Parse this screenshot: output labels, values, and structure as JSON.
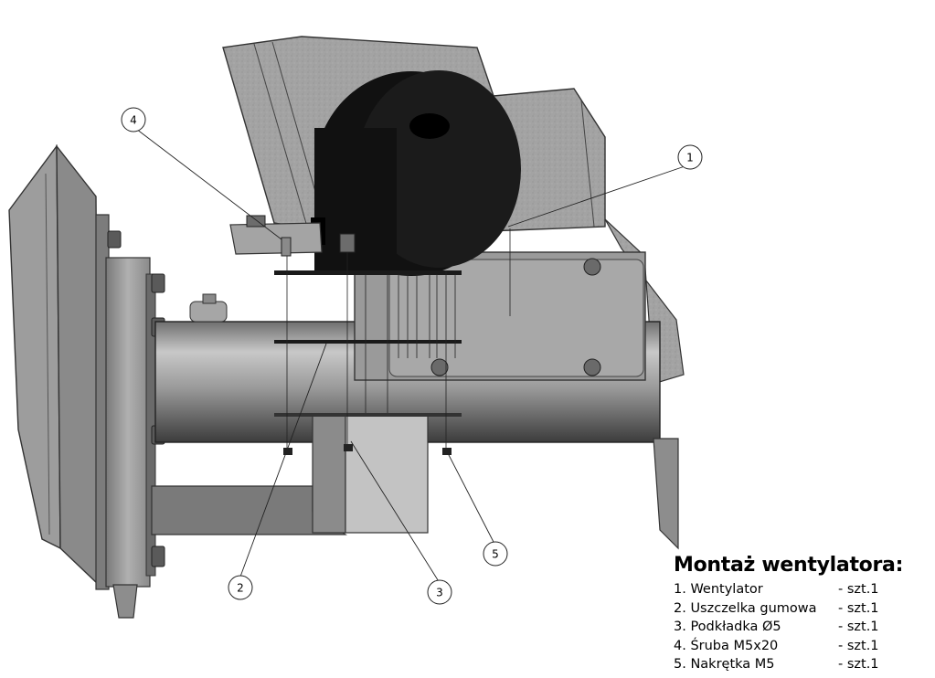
{
  "legend": {
    "title": "Montaż wentylatora:",
    "items": [
      {
        "name": "1. Wentylator",
        "qty": "- szt.1"
      },
      {
        "name": "2. Uszczelka gumowa",
        "qty": "- szt.1"
      },
      {
        "name": "3. Podkładka Ø5",
        "qty": "- szt.1"
      },
      {
        "name": "4. Śruba M5x20",
        "qty": "- szt.1"
      },
      {
        "name": "5. Nakrętka M5",
        "qty": "- szt.1"
      }
    ]
  },
  "callouts": [
    "1",
    "2",
    "3",
    "4",
    "5"
  ],
  "colors": {
    "fan": "#111111",
    "steel_light": "#b4b4b4",
    "steel_mid": "#8c8c8c",
    "steel_dark": "#5a5a5a",
    "casting": "#9a9a9a"
  }
}
